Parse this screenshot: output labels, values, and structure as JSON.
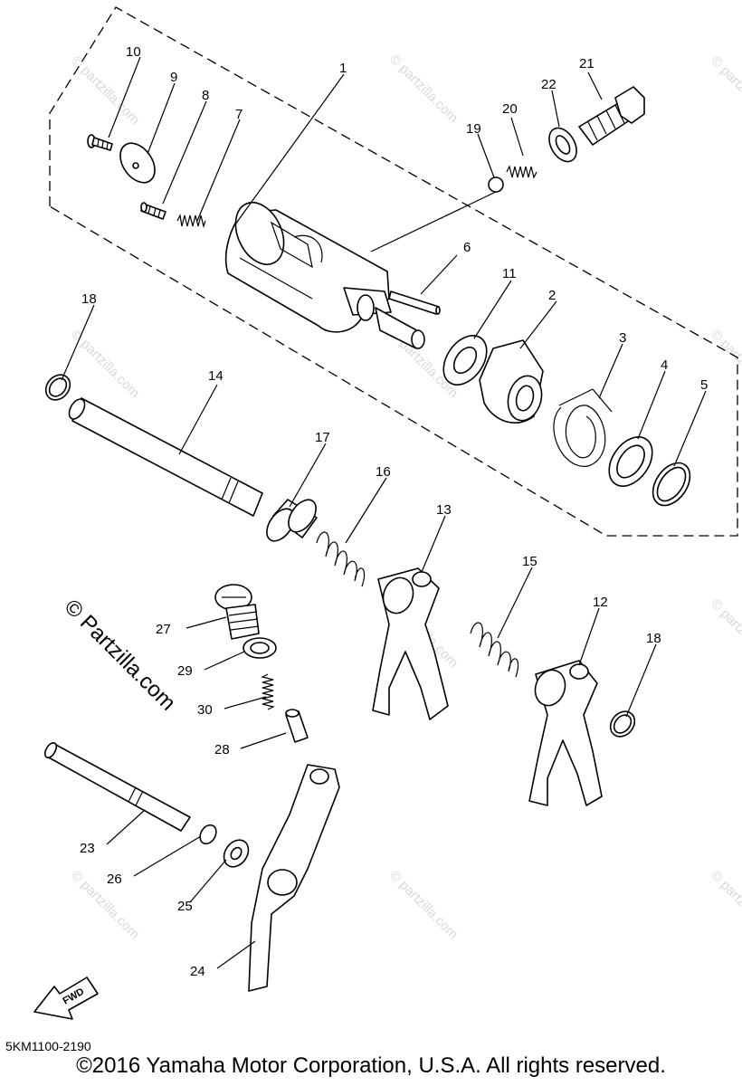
{
  "callouts": {
    "p1": "1",
    "p2": "2",
    "p3": "3",
    "p4": "4",
    "p5": "5",
    "p6": "6",
    "p7": "7",
    "p8": "8",
    "p9": "9",
    "p10": "10",
    "p11": "11",
    "p12": "12",
    "p13": "13",
    "p14": "14",
    "p15": "15",
    "p16": "16",
    "p17": "17",
    "p18a": "18",
    "p18b": "18",
    "p19": "19",
    "p20": "20",
    "p21": "21",
    "p22": "22",
    "p23": "23",
    "p24": "24",
    "p25": "25",
    "p26": "26",
    "p27": "27",
    "p28": "28",
    "p29": "29",
    "p30": "30"
  },
  "watermark": {
    "main": "© Partzilla.com",
    "faint": "© partzilla.com"
  },
  "direction_arrow": "FWD",
  "diagram_code": "5KM1100-2190",
  "copyright": "©2016 Yamaha Motor Corporation, U.S.A. All rights reserved."
}
